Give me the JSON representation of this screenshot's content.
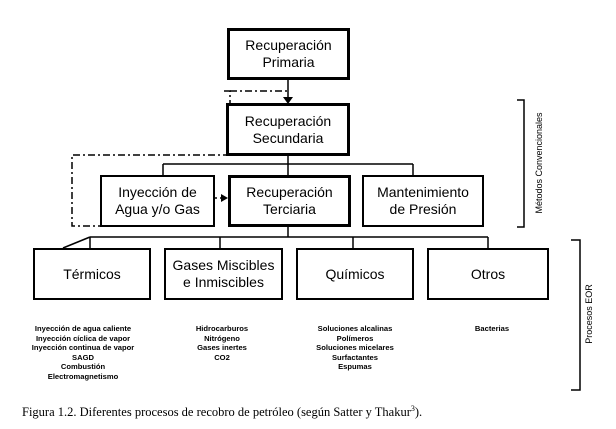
{
  "boxes": {
    "primaria": [
      "Recuperación",
      "Primaria"
    ],
    "secundaria": [
      "Recuperación",
      "Secundaria"
    ],
    "inyeccion": [
      "Inyección de",
      "Agua y/o Gas"
    ],
    "terciaria": [
      "Recuperación",
      "Terciaria"
    ],
    "mantenimiento": [
      "Mantenimiento",
      "de Presión"
    ],
    "termicos": [
      "Térmicos"
    ],
    "gases": [
      "Gases Miscibles",
      "e Inmiscibles"
    ],
    "quimicos": [
      "Químicos"
    ],
    "otros": [
      "Otros"
    ]
  },
  "lists": {
    "termicos": [
      "Inyección de agua caliente",
      "Inyección cíclica de vapor",
      "Inyección continua de vapor",
      "SAGD",
      "Combustión",
      "Electromagnetismo"
    ],
    "gases": [
      "Hidrocarburos",
      "Nitrógeno",
      "Gases inertes",
      "CO2"
    ],
    "quimicos": [
      "Soluciones alcalinas",
      "Polímeros",
      "Soluciones micelares",
      "Surfactantes",
      "Espumas"
    ],
    "otros": [
      "Bacterias"
    ]
  },
  "brackets": {
    "convencionales": "Métodos Convencionales",
    "eor": "Procesos EOR"
  },
  "caption": {
    "text": "Figura 1.2.  Diferentes procesos de recobro de petróleo (según Satter y Thakur",
    "ref": "3",
    "end": ")."
  }
}
